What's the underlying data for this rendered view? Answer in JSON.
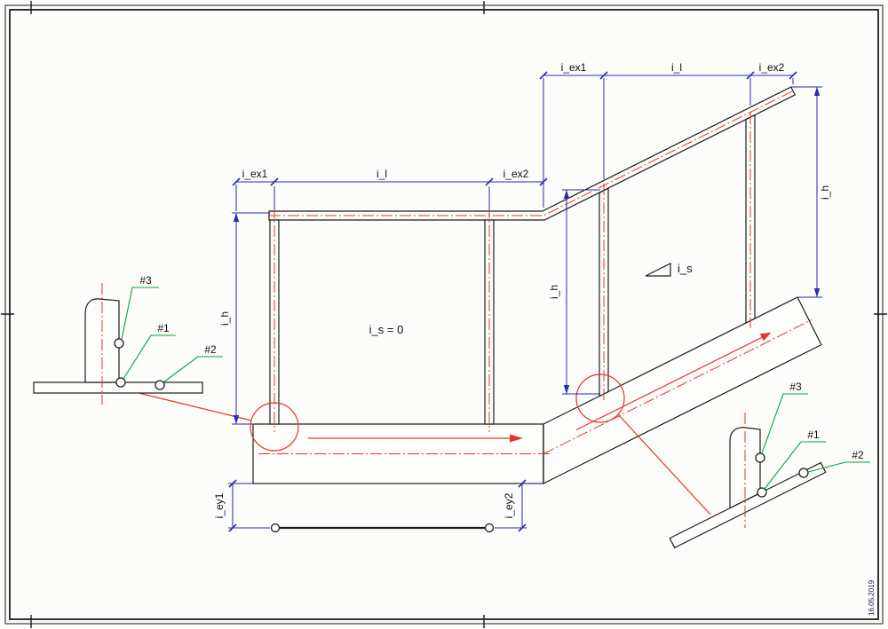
{
  "colors": {
    "red": "#e5352b",
    "dim": "#2929b8",
    "green": "#00a33f",
    "line": "#1c1c1c"
  },
  "frame": {
    "date": "16.05.2019"
  },
  "flat": {
    "ex1": "i_ex1",
    "l": "i_l",
    "ex2": "i_ex2",
    "h": "i_h",
    "slope_note": "i_s = 0",
    "ey1": "i_ey1",
    "ey2": "i_ey2"
  },
  "slope": {
    "ex1": "i_ex1",
    "l": "i_l",
    "ex2": "i_ex2",
    "h_mid": "i_h",
    "h_right": "i_h",
    "slope": "i_s"
  },
  "detail_flat": {
    "m1": "#1",
    "m2": "#2",
    "m3": "#3"
  },
  "detail_slope": {
    "m1": "#1",
    "m2": "#2",
    "m3": "#3"
  }
}
